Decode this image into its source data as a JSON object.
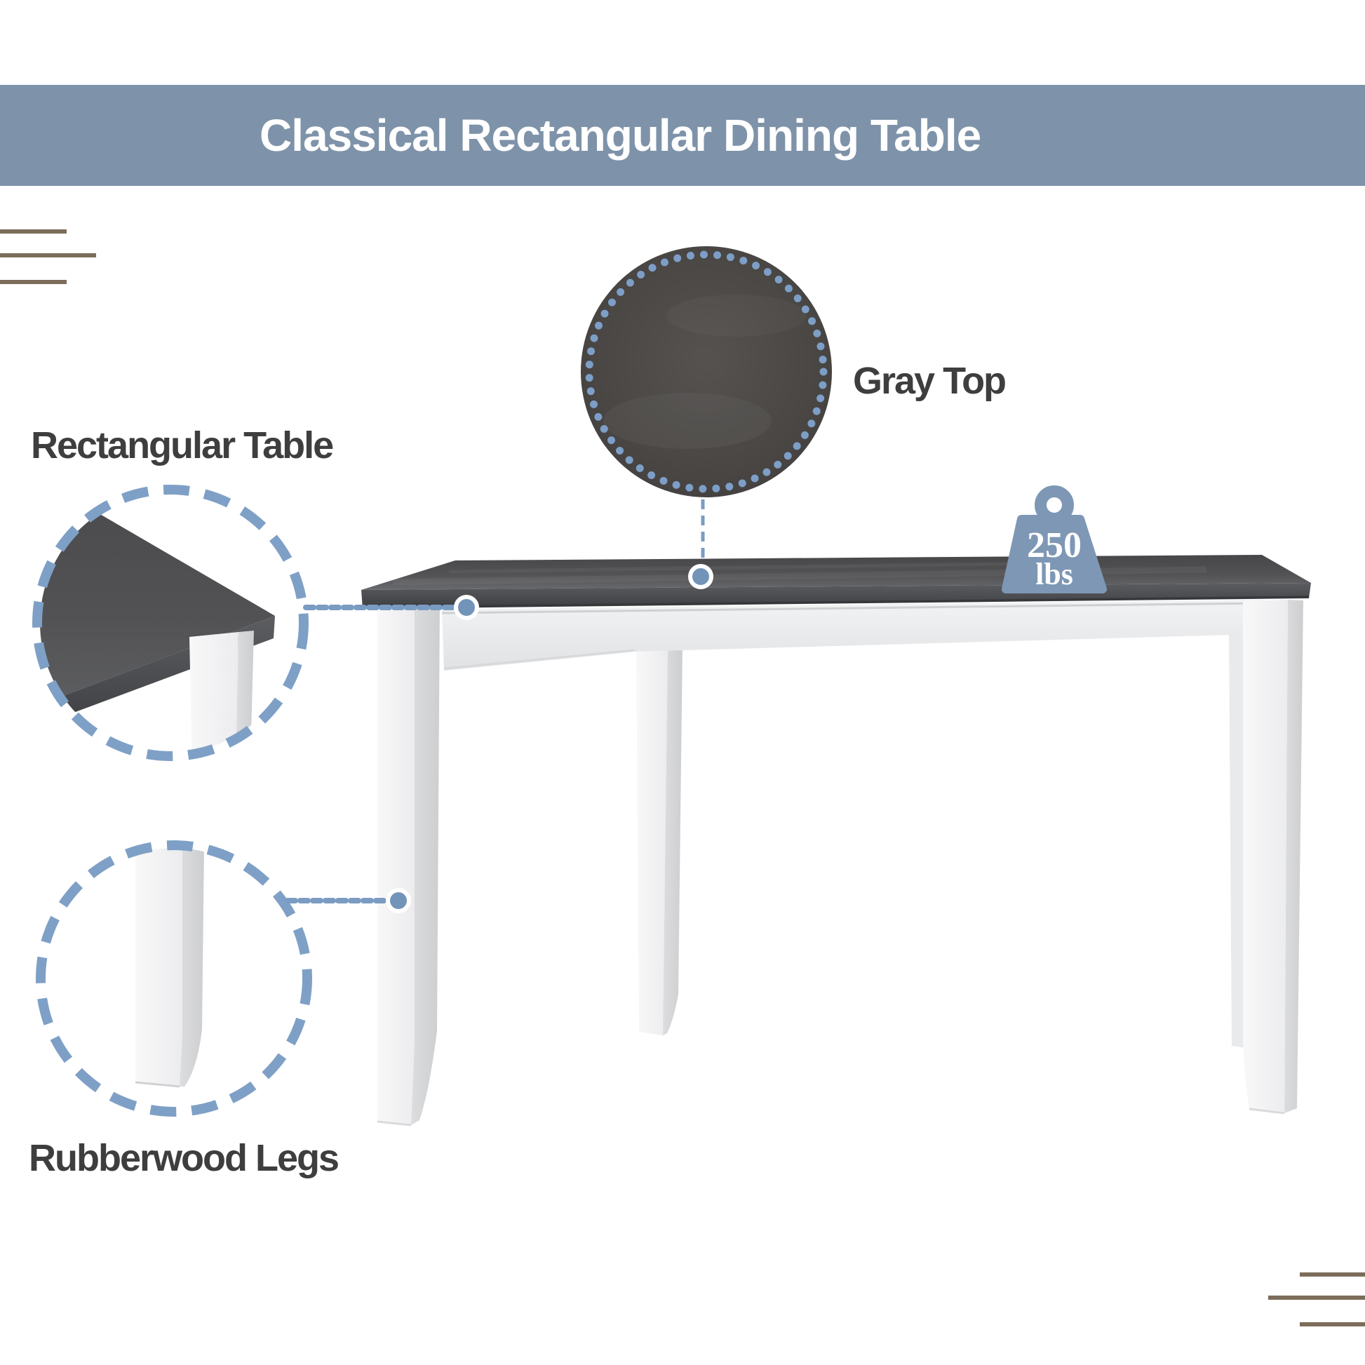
{
  "header": {
    "title": "Classical Rectangular Dining Table",
    "bg_color": "#7e93a9",
    "text_color": "#ffffff"
  },
  "callouts": {
    "gray_top": {
      "label": "Gray Top",
      "marker": "dotted-circle-magnifier"
    },
    "rectangular_table": {
      "label": "Rectangular Table",
      "marker": "dashed-circle-magnifier"
    },
    "rubberwood_legs": {
      "label": "Rubberwood Legs",
      "marker": "dashed-circle-magnifier"
    }
  },
  "weight_badge": {
    "value": "250",
    "unit": "lbs",
    "icon": "weight-icon"
  },
  "colors": {
    "accent_blue": "#7b9cc2",
    "dash_circle_blue": "#7fa0c6",
    "weight_icon_blue": "#7e97b5",
    "banner_blue": "#7e93a9",
    "label_gray": "#3e3e3e",
    "decor_brown": "#7c6c5a",
    "tabletop_gray": "#4c4c4e",
    "base_white": "#f5f5f6"
  }
}
